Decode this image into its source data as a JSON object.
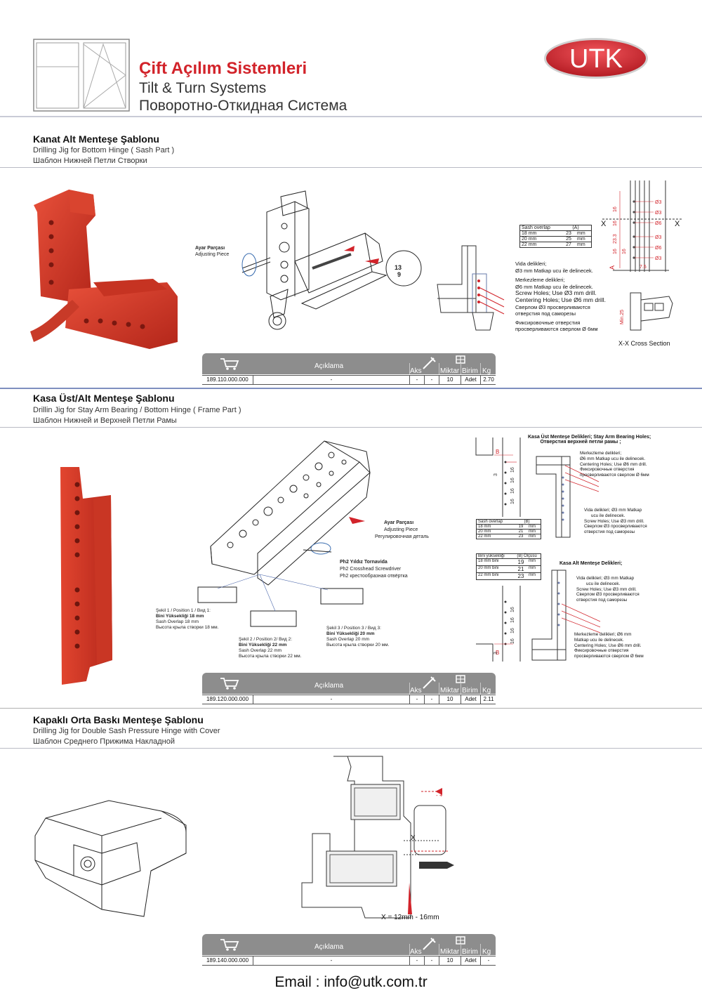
{
  "header": {
    "title_tr": "Çift Açılım Sistemleri",
    "title_en": "Tilt & Turn Systems",
    "title_ru": "Поворотно-Откидная Система",
    "logo_text": "UTK",
    "colors": {
      "brand_red": "#d2232a",
      "logo_red": "#c8202a"
    }
  },
  "sections": [
    {
      "title": "Kanat Alt Menteşe Şablonu",
      "subtitle_en": "Drilling Jig for Bottom Hinge ( Sash Part )",
      "subtitle_ru": "Шаблон Нижней Петли Створки",
      "diagram": {
        "ayar_label": "Ayar Parçası",
        "ayar_en": "Adjusting Piece",
        "scale_marks": [
          "13",
          "9"
        ],
        "overlap_table": {
          "headers": [
            "Sash overlap",
            "(A)"
          ],
          "rows": [
            [
              "18 mm",
              "23",
              "mm"
            ],
            [
              "20 mm",
              "25",
              "mm"
            ],
            [
              "22 mm",
              "27",
              "mm"
            ]
          ]
        },
        "notes": [
          "Vida delikleri;",
          "Ø3 mm Matkap ucu ile delinecek.",
          "Merkezleme delikleri;",
          "Ø6 mm Matkap ucu ile delinecek.",
          "Screw Holes; Use Ø3 mm drill.",
          "Centering Holes; Use Ø6 mm drill.",
          "Сверлом Ø3 просверливаются",
          "отверстия под саморезы",
          "Фиксировочные отверстия",
          "просверливаются сверлом Ø 6мм"
        ],
        "hole_labels": [
          "Ø3",
          "Ø3",
          "Ø6",
          "Ø3",
          "Ø6",
          "Ø3"
        ],
        "dim_labels": [
          "16",
          "16",
          "23.3",
          "16",
          "16",
          "7.5",
          "Min.25"
        ],
        "x_marks": [
          "X",
          "X",
          "A"
        ],
        "cross_section_label": "X-X Cross Section"
      },
      "table": {
        "aciklama": "Açıklama",
        "aks": "Aks",
        "miktar": "Miktar",
        "birim": "Birim",
        "kg_label": "Kg",
        "code": "189.110.000.000",
        "desc": "-",
        "c1": "-",
        "c2": "-",
        "qty": "10",
        "unit": "Adet",
        "kg": "2.70"
      }
    },
    {
      "title": "Kasa Üst/Alt Menteşe Şablonu",
      "subtitle_en": "Drillin Jig for Stay Arm Bearing / Bottom Hinge ( Frame Part )",
      "subtitle_ru": "Шаблон Нижней и Верхней Петли Рамы",
      "diagram": {
        "ayar_label": "Ayar Parçası",
        "ayar_en": "Adjusting Piece",
        "ayar_ru": "Регулировочная деталь",
        "ph2_label": "Ph2 Yıldız Tornavida",
        "ph2_en": "Ph2 Crosshead Screwdriver",
        "ph2_ru": "Ph2 крестообразная отвёртка",
        "pos1": [
          "Şekil 1 / Position 1 / Вид 1:",
          "Bini Yüksekliği 18 mm",
          "Sash Overlap 18 mm",
          "Высота крыла створки 18 мм."
        ],
        "pos2": [
          "Şekil 2 / Position 2/ Вид 2:",
          "Bini Yüksekliği 22 mm",
          "Sash Overlap 22 mm",
          "Высота крыла створки 22 мм."
        ],
        "pos3": [
          "Şekil 3 / Position 3 / Вид 3:",
          "Bini Yüksekliği 20 mm",
          "Sash Overlap 20 mm",
          "Высота крыла створки 20 мм."
        ],
        "top_title": "Kasa Üst Menteşe Delikleri; Stay Arm Bearing Holes;",
        "top_title_ru": "Отверстия верхней петли рамы ;",
        "top_notes1": [
          "Merkezleme delikleri;",
          "Ø6 mm Matkap ucu ile delinecek.",
          "Centering Holes; Use Ø6 mm drill.",
          "Фиксировочные отверстия",
          "просверливаются сверлом Ø 6мм"
        ],
        "top_notes2": [
          "Vida delikleri; Ø3 mm Matkap",
          "ucu ile delinecek.",
          "Screw Holes; Use Ø3 mm drill.",
          "Сверлом Ø3 просверливаются",
          "отверстия под саморезы"
        ],
        "overlap_table": {
          "headers": [
            "Sash overlap",
            "(B)"
          ],
          "rows": [
            [
              "18 mm",
              "19",
              "mm"
            ],
            [
              "20 mm",
              "21",
              "mm"
            ],
            [
              "22 mm",
              "23",
              "mm"
            ]
          ]
        },
        "bini_table": {
          "headers": [
            "Bini yüksekliği",
            "(B) Ölçüsü"
          ],
          "rows": [
            [
              "18 mm bini",
              "19",
              "mm"
            ],
            [
              "20 mm bini",
              "21",
              "mm"
            ],
            [
              "22 mm bini",
              "23",
              "mm"
            ]
          ]
        },
        "bottom_title": "Kasa Alt Menteşe Delikleri;",
        "bottom_notes1": [
          "Vida delikleri; Ø3 mm Matkap",
          "ucu ile delinecek.",
          "Screw Holes; Use Ø3 mm drill.",
          "Сверлом Ø3 просверливаются",
          "отверстия под саморезы"
        ],
        "bottom_notes2": [
          "Merkezleme delikleri; Ø6 mm",
          "Matkap ucu ile delinecek.",
          "Centering Holes; Use Ø6 mm drill.",
          "Фиксировочные отверстия",
          "просверливаются сверлом Ø 6мм"
        ],
        "dim_marks": [
          "B",
          "3",
          "16",
          "16",
          "16",
          "16",
          "B",
          "3",
          "16",
          "16",
          "16",
          "16"
        ]
      },
      "table": {
        "aciklama": "Açıklama",
        "aks": "Aks",
        "miktar": "Miktar",
        "birim": "Birim",
        "kg_label": "Kg",
        "code": "189.120.000.000",
        "desc": "-",
        "c1": "-",
        "c2": "-",
        "qty": "10",
        "unit": "Adet",
        "kg": "2.11"
      }
    },
    {
      "title": "Kapaklı Orta Baskı  Menteşe Şablonu",
      "subtitle_en": "Drilling Jig for Double Sash Pressure Hinge with Cover",
      "subtitle_ru": "Шаблон Среднего Прижима Накладной",
      "diagram": {
        "x_mark": "X",
        "pm_mark": "- +",
        "x_range": "X = 12mm - 16mm"
      },
      "table": {
        "aciklama": "Açıklama",
        "aks": "Aks",
        "miktar": "Miktar",
        "birim": "Birim",
        "kg_label": "Kg",
        "code": "189.140.000.000",
        "desc": "-",
        "c1": "-",
        "c2": "-",
        "qty": "10",
        "unit": "Adet",
        "kg": "-"
      }
    }
  ],
  "footer": {
    "email": "Email : info@utk.com.tr"
  }
}
